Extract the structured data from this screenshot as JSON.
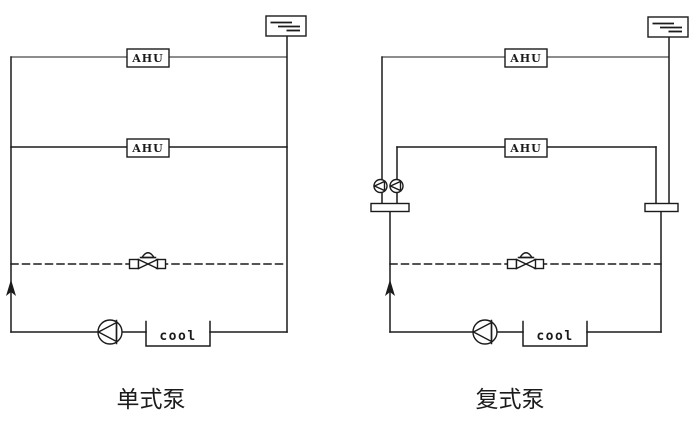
{
  "page": {
    "background": "#ffffff",
    "line_color": "#1b1b1b"
  },
  "diagrams": [
    {
      "id": "single-pump",
      "caption": "单式泵",
      "ahu_top_label": "AHU",
      "ahu_bottom_label": "AHU",
      "chiller_label": "cool"
    },
    {
      "id": "compound-pump",
      "caption": "复式泵",
      "ahu_top_label": "AHU",
      "ahu_bottom_label": "AHU",
      "chiller_label": "cool"
    }
  ]
}
